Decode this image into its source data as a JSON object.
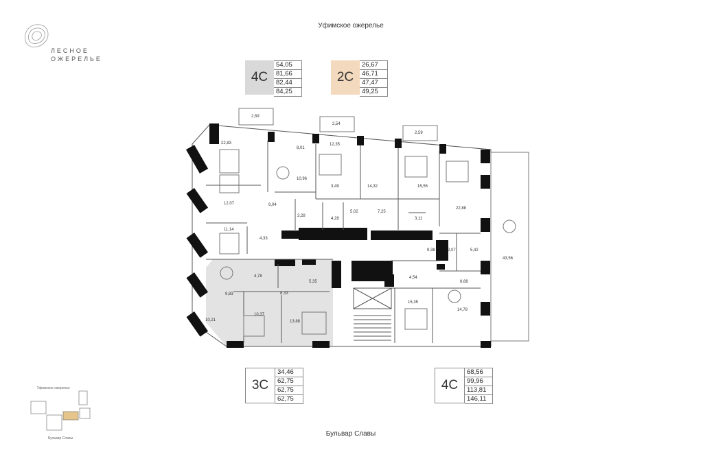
{
  "streets": {
    "top": "Уфимское ожерелье",
    "bottom": "Бульвар Славы"
  },
  "logo": {
    "line1": "ЛЕСНОЕ",
    "line2": "ОЖЕРЕЛЬЕ"
  },
  "legends": [
    {
      "label": "4С",
      "values": [
        "54,05",
        "81,66",
        "82,44",
        "84,25"
      ],
      "fill": "#d9d9d9"
    },
    {
      "label": "2С",
      "values": [
        "26,67",
        "46,71",
        "47,47",
        "49,25"
      ],
      "fill": "#f3d9bd"
    },
    {
      "label": "3С",
      "values": [
        "34,46",
        "62,75",
        "62,75",
        "62,75"
      ],
      "fill": "#ffffff"
    },
    {
      "label": "4С",
      "values": [
        "68,56",
        "99,96",
        "113,81",
        "146,11"
      ],
      "fill": "#ffffff"
    }
  ],
  "rooms": {
    "r1": "22,83",
    "r2": "8,01",
    "r3": "12,35",
    "r4": "10,96",
    "r5": "3,49",
    "r6": "14,32",
    "r7": "15,55",
    "r8": "12,07",
    "r9": "9,04",
    "r10": "3,28",
    "r11": "4,28",
    "r12": "5,02",
    "r13": "7,25",
    "r14": "3,11",
    "r15": "22,88",
    "r16": "11,14",
    "r17": "4,33",
    "r18": "9,38",
    "r19": "2,07",
    "r20": "5,42",
    "r21": "4,78",
    "r22": "5,35",
    "r23": "4,54",
    "r24": "6,88",
    "r25": "9,83",
    "r26": "8,33",
    "r27": "15,35",
    "r28": "14,78",
    "r29": "10,37",
    "r30": "13,88",
    "r31": "10,21",
    "r32": "43,56"
  },
  "balconies": {
    "b1": "2,59",
    "b2": "2,54",
    "b3": "2,59"
  },
  "minimap": {
    "street_top": "Уфимское ожерелье",
    "street_bottom": "Бульвар Славы"
  }
}
